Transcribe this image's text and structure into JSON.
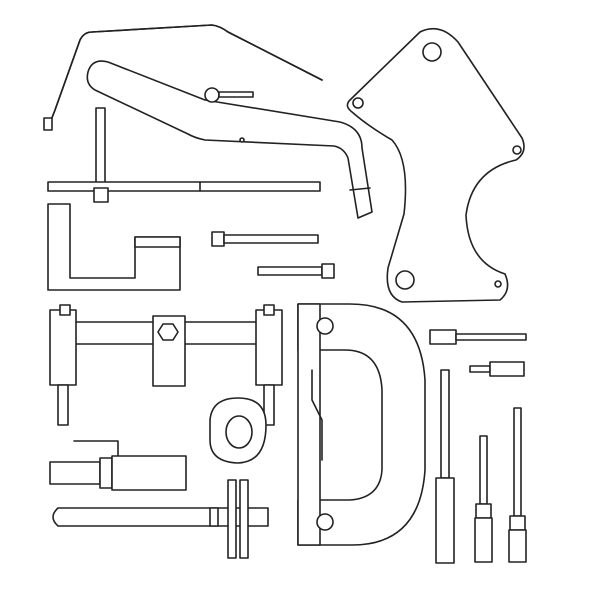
{
  "colors": {
    "stroke": "#222222",
    "fill": "#ffffff",
    "knurl": "#555555"
  },
  "illustration": {
    "parts": [
      "bent-rod",
      "crank-lever",
      "locking-pin",
      "mounting-plate",
      "t-tool",
      "l-bracket",
      "bolt-long",
      "bolt-short",
      "clamp-bar",
      "ring-adapter",
      "c-clamp",
      "knurled-pins",
      "knurled-tool",
      "hex-key",
      "long-rod-with-plates"
    ]
  }
}
